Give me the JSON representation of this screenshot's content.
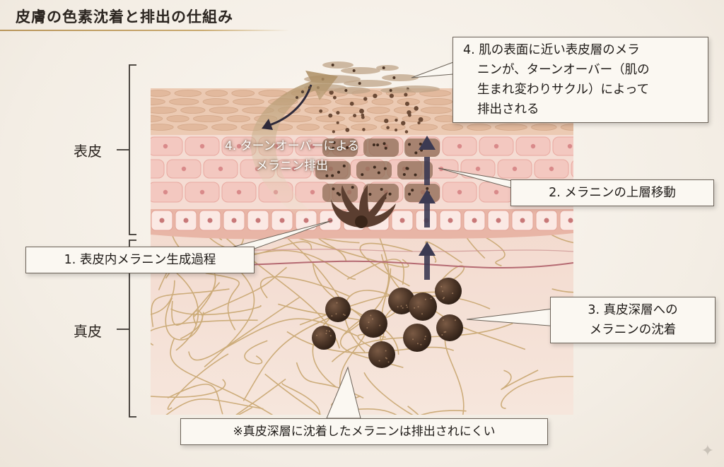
{
  "title": "皮膚の色素沈着と排出の仕組み",
  "layers": {
    "epidermis": "表皮",
    "dermis": "真皮"
  },
  "callouts": {
    "step1": "1. 表皮内メラニン生成過程",
    "step2": "2. メラニンの上層移動",
    "step3_line1": "3. 真皮深層への",
    "step3_line2": "メラニンの沈着",
    "step4_lines": [
      "4. 肌の表面に近い表皮層のメラ",
      "ニンが、ターンオーバー（肌の",
      "生まれ変わりサクル）によって",
      "排出される"
    ]
  },
  "inside_label": {
    "line1": "4. ターンオーバーによる",
    "line2": "メラニン排出"
  },
  "note": "※真皮深層に沈着したメラニンは排出されにくい",
  "icons": {
    "corner": "sparkle-icon"
  },
  "colors": {
    "epidermis_cell": "#f1c9c0",
    "dermis": "#f3ddd3",
    "fiber": "#c9a96e",
    "melanin": "#4a3426",
    "arrow": "#3c3a52"
  }
}
